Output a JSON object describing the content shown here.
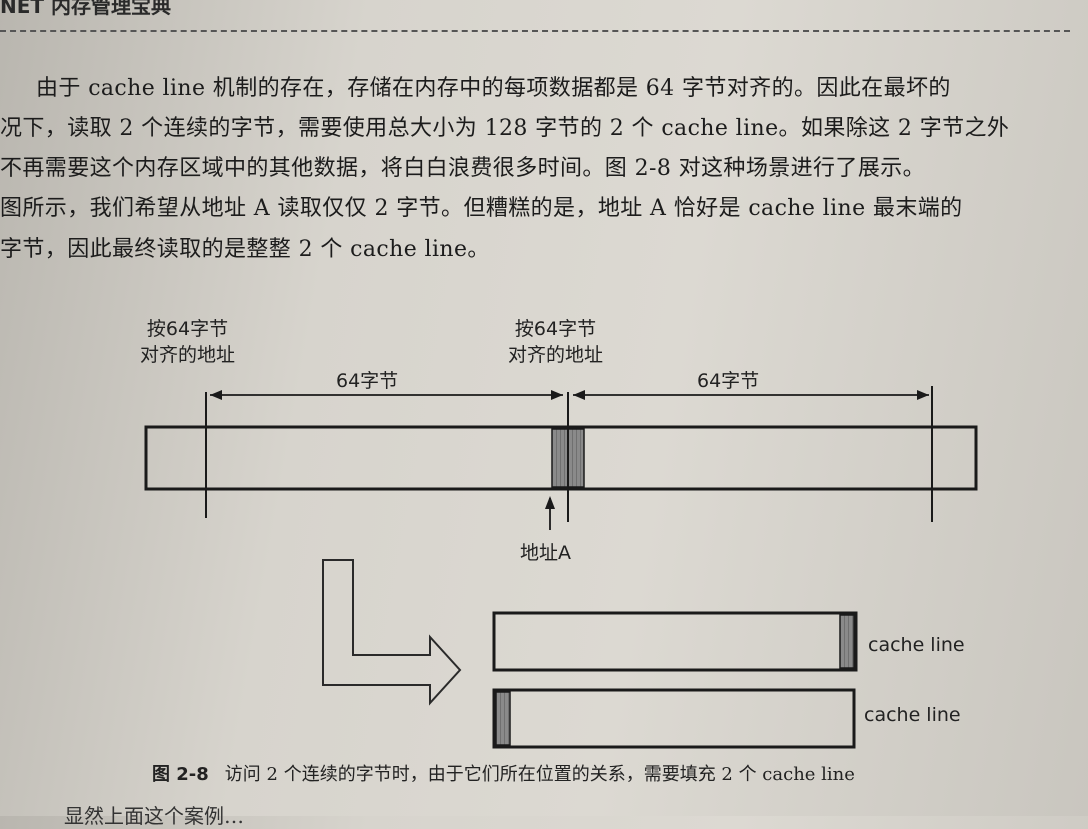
{
  "header": {
    "title": "NET 内存管理宝典"
  },
  "paragraph": {
    "lines": [
      "由于 cache line 机制的存在，存储在内存中的每项数据都是 64 字节对齐的。因此在最坏的",
      "况下，读取 2 个连续的字节，需要使用总大小为 128 字节的 2 个 cache line。如果除这 2 字节之外",
      "不再需要这个内存区域中的其他数据，将白白浪费很多时间。图 2-8 对这种场景进行了展示。",
      "图所示，我们希望从地址 A 读取仅仅 2 字节。但糟糕的是，地址 A 恰好是 cache line 最末端的",
      "字节，因此最终读取的是整整 2 个 cache line。"
    ]
  },
  "figure": {
    "aligned_address_label_left": "按64字节\n对齐的地址",
    "aligned_address_label_mid": "按64字节\n对齐的地址",
    "span_label_left": "64字节",
    "span_label_right": "64字节",
    "address_a_label": "地址A",
    "cache_line_label_top": "cache line",
    "cache_line_label_bottom": "cache line",
    "caption_number": "图 2-8",
    "caption_text": "访问 2 个连续的字节时，由于它们所在位置的关系，需要填充 2 个 cache line"
  },
  "footer": {
    "partial_text": "显然上面这个案例…"
  }
}
